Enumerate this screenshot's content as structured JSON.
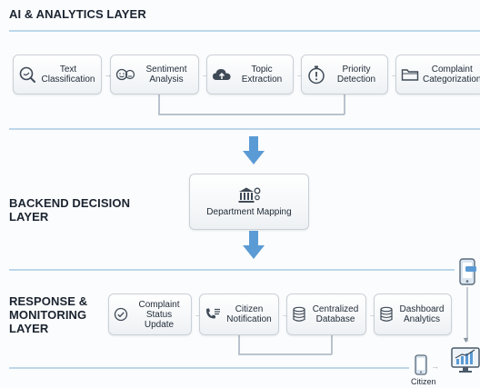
{
  "layers": {
    "ai": {
      "title": "AI & ANALYTICS LAYER",
      "nodes": [
        {
          "label_1": "Text",
          "label_2": "Classification",
          "icon": "magnifier-icon"
        },
        {
          "label_1": "Sentiment",
          "label_2": "Analysis",
          "icon": "emoji-faces-icon"
        },
        {
          "label_1": "Topic",
          "label_2": "Extraction",
          "icon": "cloud-upload-icon"
        },
        {
          "label_1": "Priority",
          "label_2": "Detection",
          "icon": "stopwatch-alert-icon"
        },
        {
          "label_1": "Complaint",
          "label_2": "Categorization",
          "icon": "folder-icon"
        }
      ]
    },
    "backend": {
      "title_1": "BACKEND DECISION",
      "title_2": "LAYER",
      "node": {
        "label": "Department Mapping",
        "icon": "bank-gear-icon"
      }
    },
    "response": {
      "title_1": "RESPONSE &",
      "title_2": "MONITORING",
      "title_3": "LAYER",
      "nodes": [
        {
          "label_1": "Complaint",
          "label_2": "Status Update",
          "icon": "check-circle-icon"
        },
        {
          "label_1": "Citizen",
          "label_2": "Notification",
          "icon": "phone-list-icon"
        },
        {
          "label_1": "Centralized",
          "label_2": "Database",
          "icon": "database-icon"
        },
        {
          "label_1": "Dashboard",
          "label_2": "Analytics",
          "icon": "database-icon"
        }
      ],
      "citizen_label": "Citizen"
    }
  },
  "colors": {
    "arrow": "#5b9bd5",
    "rule": "#bcd7ea",
    "icon": "#3f4a56"
  }
}
